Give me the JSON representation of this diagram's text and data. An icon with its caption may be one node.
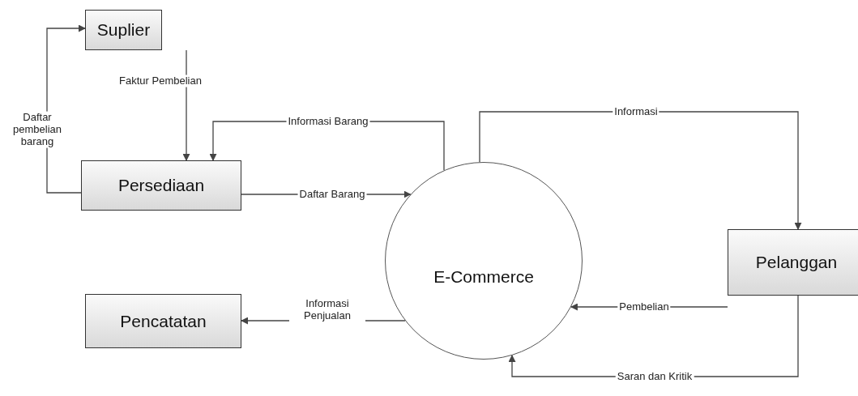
{
  "diagram": {
    "nodes": [
      {
        "text": [
          "Suplier"
        ]
      },
      {
        "text": [
          "Persediaan"
        ]
      },
      {
        "text": [
          "E-Commerce"
        ]
      },
      {
        "text": [
          "Pelanggan"
        ]
      },
      {
        "text": [
          "Pencatatan"
        ]
      }
    ],
    "edges": [
      {
        "from": 1,
        "to": 0,
        "arrow": "to",
        "label": "Daftar pembelian barang"
      },
      {
        "from": 0,
        "to": 1,
        "arrow": "to",
        "label": "Faktur Pembelian"
      },
      {
        "from": 2,
        "to": 1,
        "arrow": "to",
        "label": "Informasi Barang"
      },
      {
        "from": 1,
        "to": 2,
        "arrow": "to",
        "label": "Daftar Barang"
      },
      {
        "from": 2,
        "to": 3,
        "arrow": "to",
        "label": "Informasi"
      },
      {
        "from": 3,
        "to": 2,
        "arrow": "to",
        "label": "Pembelian"
      },
      {
        "from": 2,
        "to": 4,
        "arrow": "to",
        "label": "Informasi Penjualan"
      },
      {
        "from": 3,
        "to": 2,
        "arrow": "to",
        "label": "Saran dan Kritik"
      }
    ]
  }
}
